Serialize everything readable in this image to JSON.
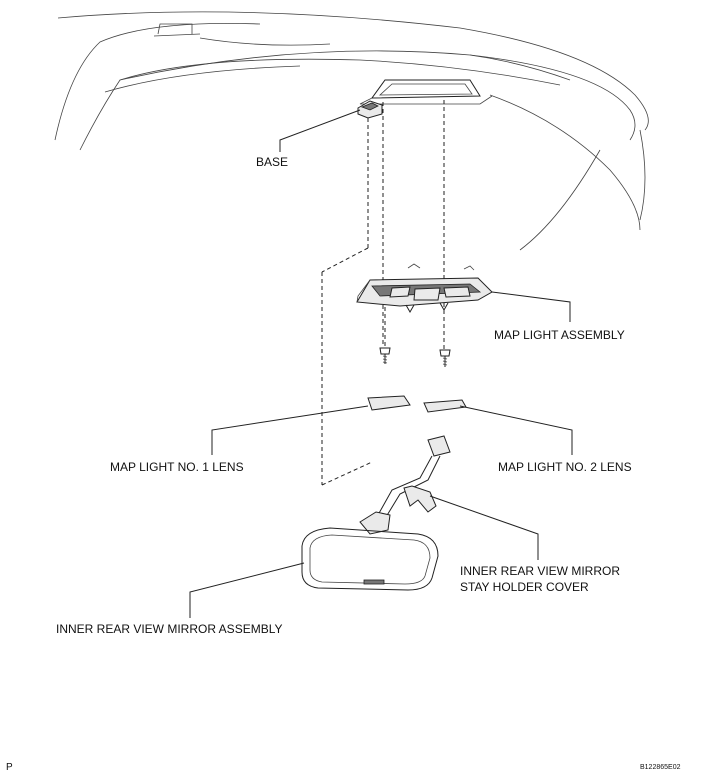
{
  "labels": {
    "base": "BASE",
    "map_light_assembly": "MAP LIGHT ASSEMBLY",
    "map_light_no1_lens": "MAP LIGHT NO. 1 LENS",
    "map_light_no2_lens": "MAP LIGHT NO. 2 LENS",
    "stay_cover_line1": "INNER REAR VIEW MIRROR",
    "stay_cover_line2": "STAY HOLDER COVER",
    "mirror_assembly": "INNER REAR VIEW MIRROR ASSEMBLY"
  },
  "footer": {
    "page_marker": "P",
    "figure_code": "B122865E02"
  }
}
